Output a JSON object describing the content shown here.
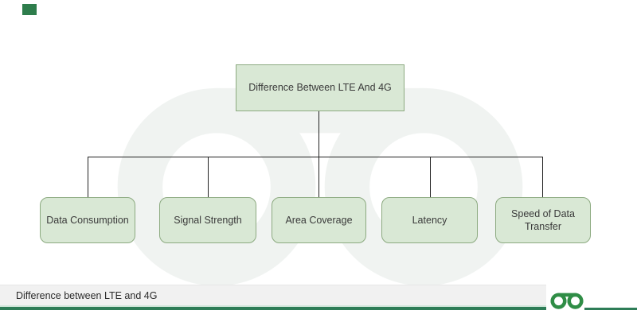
{
  "decorations": {
    "corner_square_color": "#2e7d4c",
    "watermark_icon": "geeksforgeeks-logo-watermark"
  },
  "diagram": {
    "root": {
      "label": "Difference Between LTE And 4G"
    },
    "children": [
      {
        "label": "Data Consumption"
      },
      {
        "label": "Signal Strength"
      },
      {
        "label": "Area Coverage"
      },
      {
        "label": "Latency"
      },
      {
        "label": "Speed of Data Transfer"
      }
    ],
    "style": {
      "node_fill": "#d9e8d5",
      "node_border": "#8caa80",
      "connector_color": "#222222"
    }
  },
  "footer": {
    "caption": "Difference between LTE and 4G",
    "bar_color": "#f1f1f1",
    "rule_color": "#2e7d57",
    "logo": "geeksforgeeks-logo",
    "logo_color": "#2f8d46"
  }
}
